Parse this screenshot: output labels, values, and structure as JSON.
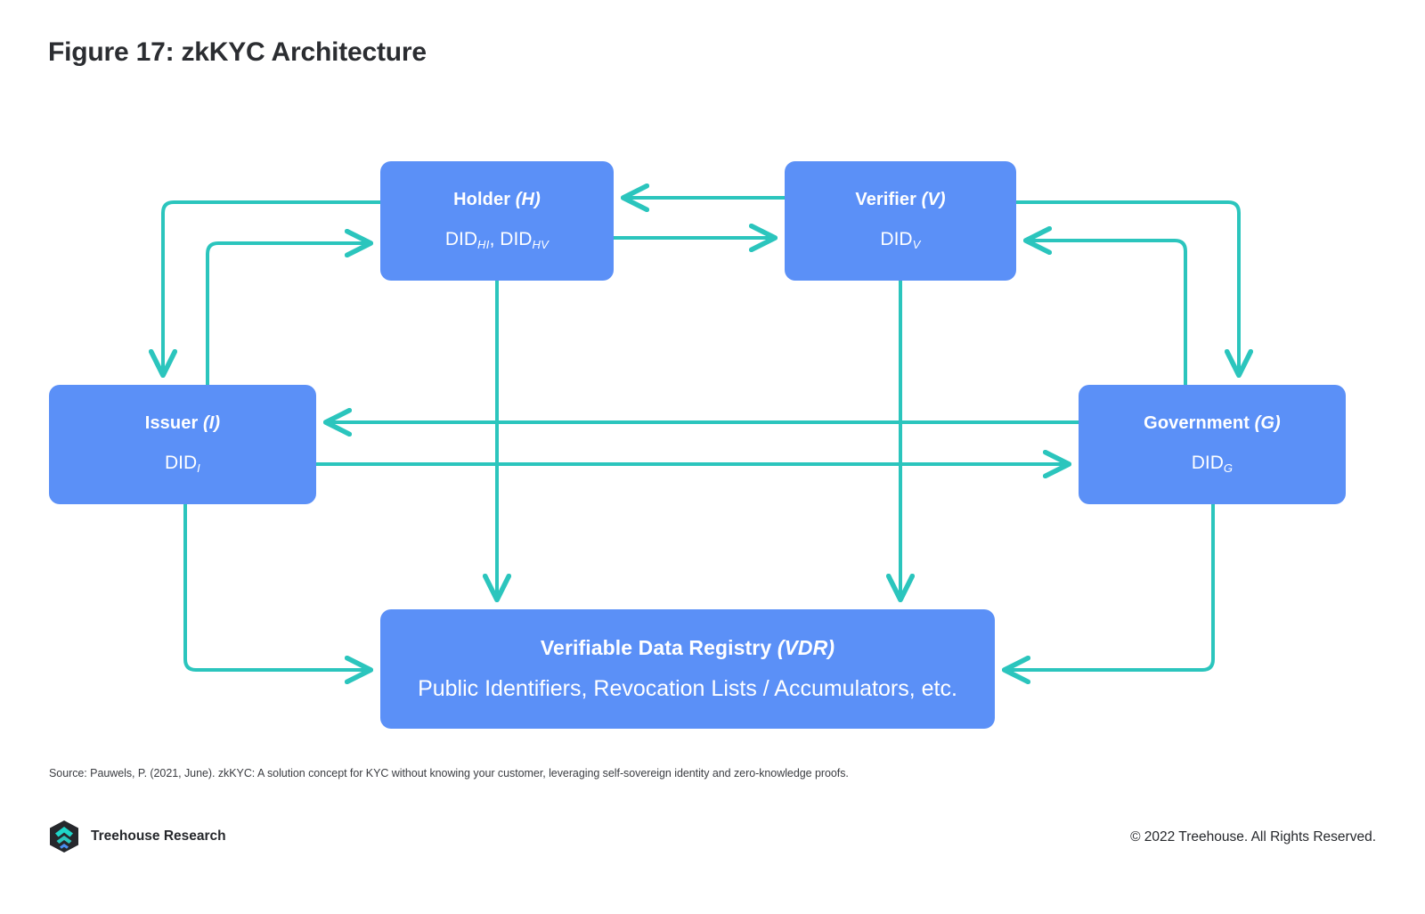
{
  "figure": {
    "title": "Figure 17: zkKYC Architecture"
  },
  "colors": {
    "node_fill": "#5b90f7",
    "arrow": "#2bc5bd",
    "node_text": "#ffffff",
    "title_text": "#2b2d31",
    "logo_dark": "#26282c",
    "logo_chevron_top": "#1fd6c9",
    "logo_chevron_mid": "#2bc5bd",
    "logo_chevron_bottom": "#4a8ff0"
  },
  "nodes": [
    {
      "id": "holder",
      "name": "Holder",
      "tag": "(H)",
      "did": "DID",
      "did_sub": "HI",
      "did2": "DID",
      "did2_sub": "HV",
      "did_full": "DIDHI, DIDHV"
    },
    {
      "id": "verifier",
      "name": "Verifier",
      "tag": "(V)",
      "did": "DID",
      "did_sub": "V",
      "did_full": "DIDV"
    },
    {
      "id": "issuer",
      "name": "Issuer",
      "tag": "(I)",
      "did": "DID",
      "did_sub": "I",
      "did_full": "DIDI"
    },
    {
      "id": "government",
      "name": "Government",
      "tag": "(G)",
      "did": "DID",
      "did_sub": "G",
      "did_full": "DIDG"
    },
    {
      "id": "vdr",
      "name": "Verifiable Data Registry",
      "tag": "(VDR)",
      "detail": "Public Identifiers, Revocation Lists / Accumulators, etc."
    }
  ],
  "edges": [
    {
      "id": "holder-to-issuer",
      "from": "holder",
      "to": "issuer"
    },
    {
      "id": "issuer-to-holder",
      "from": "issuer",
      "to": "holder"
    },
    {
      "id": "verifier-to-holder",
      "from": "verifier",
      "to": "holder"
    },
    {
      "id": "holder-to-verifier",
      "from": "holder",
      "to": "verifier"
    },
    {
      "id": "verifier-to-government",
      "from": "verifier",
      "to": "government"
    },
    {
      "id": "government-to-verifier",
      "from": "government",
      "to": "verifier"
    },
    {
      "id": "government-to-issuer",
      "from": "government",
      "to": "issuer"
    },
    {
      "id": "issuer-to-government",
      "from": "issuer",
      "to": "government"
    },
    {
      "id": "holder-to-vdr",
      "from": "holder",
      "to": "vdr"
    },
    {
      "id": "verifier-to-vdr",
      "from": "verifier",
      "to": "vdr"
    },
    {
      "id": "issuer-to-vdr",
      "from": "issuer",
      "to": "vdr"
    },
    {
      "id": "government-to-vdr",
      "from": "government",
      "to": "vdr"
    }
  ],
  "source_note": "Source: Pauwels, P. (2021, June). zkKYC: A solution concept for KYC without knowing your customer, leveraging self-sovereign identity and zero-knowledge proofs.",
  "footer": {
    "brand": "Treehouse Research",
    "copyright": "© 2022 Treehouse. All Rights Reserved."
  }
}
